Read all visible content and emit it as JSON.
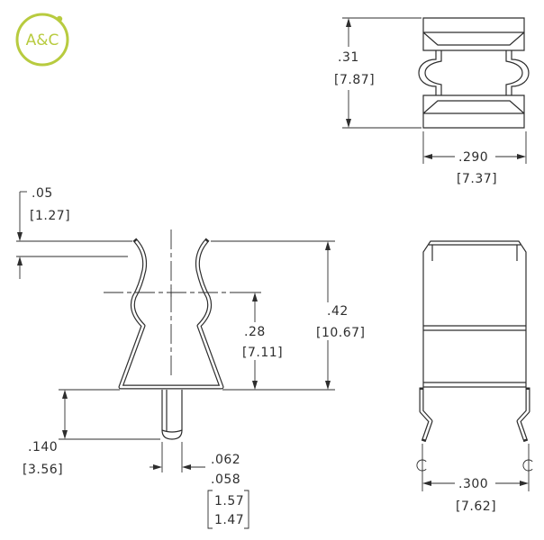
{
  "logo": {
    "text": "A&C"
  },
  "colors": {
    "line": "#2e2e2e",
    "logo": "#b8cb3f",
    "background": "#ffffff"
  },
  "icons": {
    "centerline": "centerline-icon",
    "arrow": "arrowhead-icon"
  },
  "top_view": {
    "height_in": ".31",
    "height_mm": "[7.87]",
    "width_in": ".290",
    "width_mm": "[7.37]"
  },
  "front_view": {
    "tip_gap_in": ".05",
    "tip_gap_mm": "[1.27]",
    "overall_height_in": ".42",
    "overall_height_mm": "[10.67]",
    "center_height_in": ".28",
    "center_height_mm": "[7.11]",
    "pin_length_in": ".140",
    "pin_length_mm": "[3.56]",
    "pin_width_max_in": ".062",
    "pin_width_min_in": ".058",
    "pin_width_max_mm": "1.57",
    "pin_width_min_mm": "1.47"
  },
  "side_view": {
    "lead_spacing_in": ".300",
    "lead_spacing_mm": "[7.62]"
  }
}
